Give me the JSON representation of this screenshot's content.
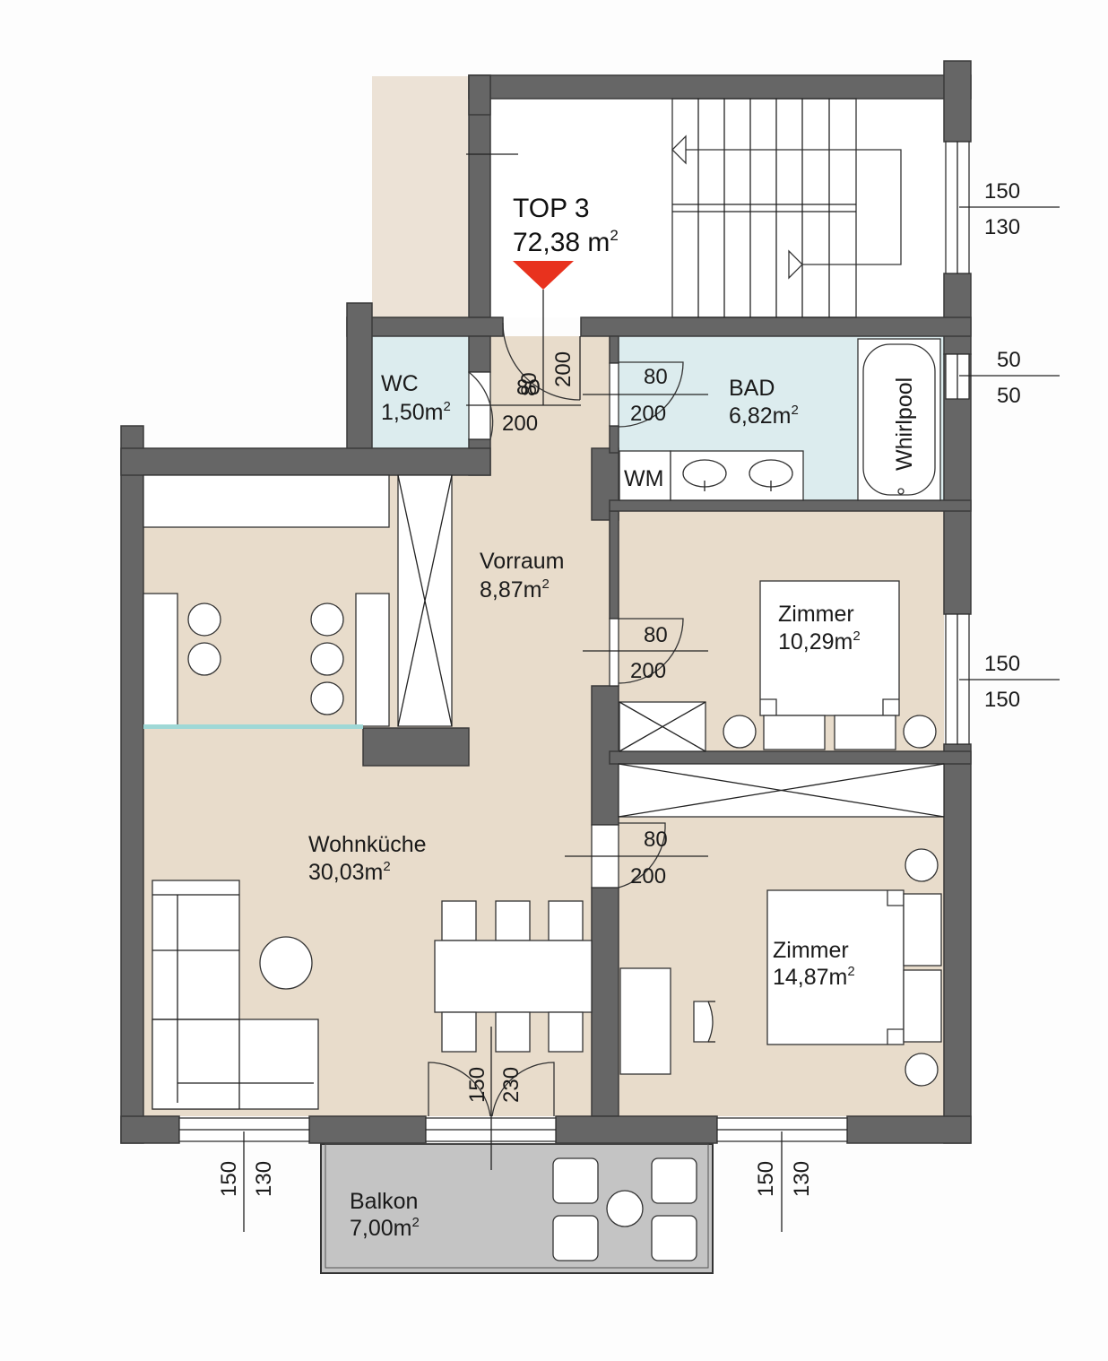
{
  "unit": {
    "title": "TOP 3",
    "area": "72,38 m",
    "area_sup": "2"
  },
  "rooms": {
    "wc": {
      "name": "WC",
      "area": "1,50m",
      "sup": "2"
    },
    "bad": {
      "name": "BAD",
      "area": "6,82m",
      "sup": "2"
    },
    "vorraum": {
      "name": "Vorraum",
      "area": "8,87m",
      "sup": "2"
    },
    "zimmer1": {
      "name": "Zimmer",
      "area": "10,29m",
      "sup": "2"
    },
    "wohnkueche": {
      "name": "Wohnküche",
      "area": "30,03m",
      "sup": "2"
    },
    "zimmer2": {
      "name": "Zimmer",
      "area": "14,87m",
      "sup": "2"
    },
    "balkon": {
      "name": "Balkon",
      "area": "7,00m",
      "sup": "2"
    }
  },
  "fixtures": {
    "wm": "WM",
    "whirlpool": "Whirlpool"
  },
  "dimensions": {
    "stair_window": [
      "150",
      "130"
    ],
    "bad_window": [
      "50",
      "50"
    ],
    "zimmer1_window": [
      "150",
      "150"
    ],
    "living_window": [
      "150",
      "130"
    ],
    "zimmer2_window": [
      "150",
      "130"
    ],
    "entry_door": [
      "80",
      "200"
    ],
    "wc_door": [
      "80",
      "200"
    ],
    "bad_door": [
      "80",
      "200"
    ],
    "zimmer1_door": [
      "80",
      "200"
    ],
    "zimmer2_door": [
      "80",
      "200"
    ],
    "balcony_door": [
      "150",
      "230"
    ]
  },
  "colors": {
    "floor": "#e8dccb",
    "bath_tile": "#dcecee",
    "wall": "#666666",
    "balcony": "#c4c4c4",
    "entry_marker": "#e8321e"
  }
}
